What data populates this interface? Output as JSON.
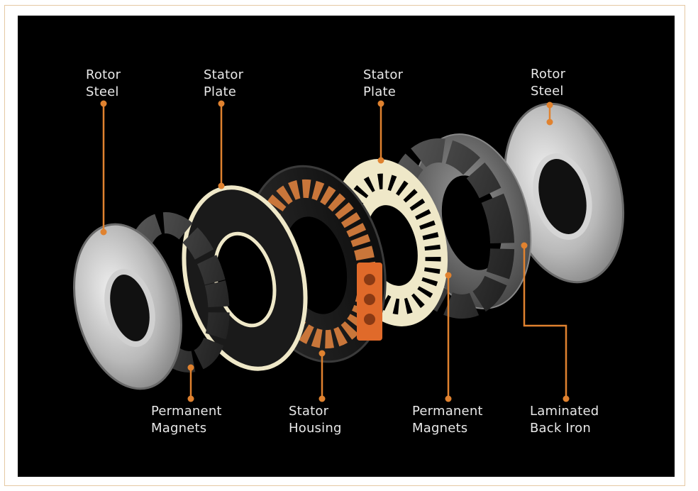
{
  "labels": {
    "rotor_steel_left": {
      "line1": "Rotor",
      "line2": "Steel"
    },
    "stator_plate_left": {
      "line1": "Stator",
      "line2": "Plate"
    },
    "stator_plate_right": {
      "line1": "Stator",
      "line2": "Plate"
    },
    "rotor_steel_right": {
      "line1": "Rotor",
      "line2": "Steel"
    },
    "permanent_magnets_left": {
      "line1": "Permanent",
      "line2": "Magnets"
    },
    "stator_housing": {
      "line1": "Stator",
      "line2": "Housing"
    },
    "permanent_magnets_right": {
      "line1": "Permanent",
      "line2": "Magnets"
    },
    "laminated_back_iron": {
      "line1": "Laminated",
      "line2": "Back Iron"
    }
  },
  "colors": {
    "background": "#000000",
    "leader_line": "#e0822f",
    "label_text": "#e8e8e8",
    "copper": "#c9763a",
    "stator_plate": "#efe8c8",
    "connector": "#e06a2a"
  }
}
